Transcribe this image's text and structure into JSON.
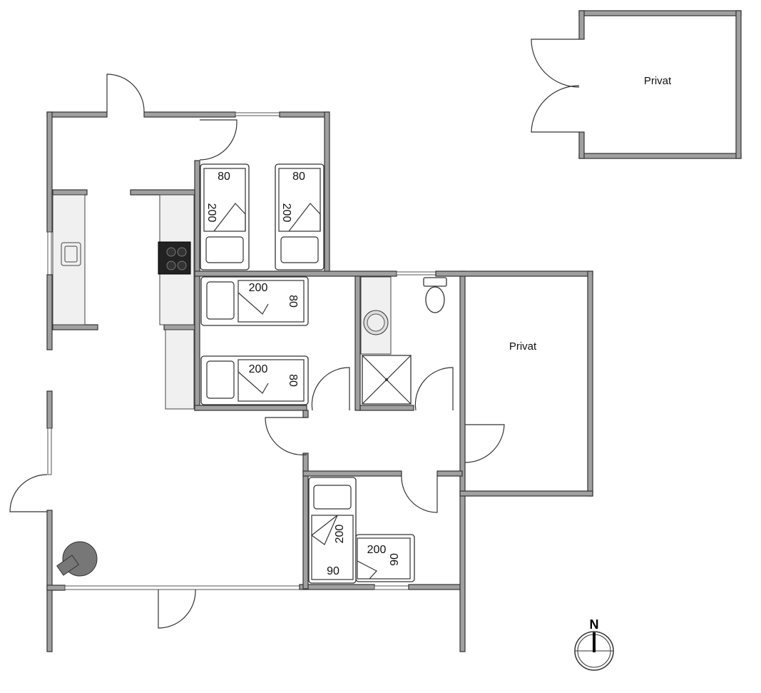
{
  "rooms": {
    "shed_label": "Privat",
    "private_room_label": "Privat"
  },
  "beds": [
    {
      "width": "80",
      "length": "200"
    },
    {
      "width": "80",
      "length": "200"
    },
    {
      "width": "80",
      "length": "200"
    },
    {
      "width": "80",
      "length": "200"
    },
    {
      "width": "90",
      "length": "200"
    },
    {
      "width": "90",
      "length": "200"
    }
  ],
  "compass": {
    "label": "N"
  }
}
